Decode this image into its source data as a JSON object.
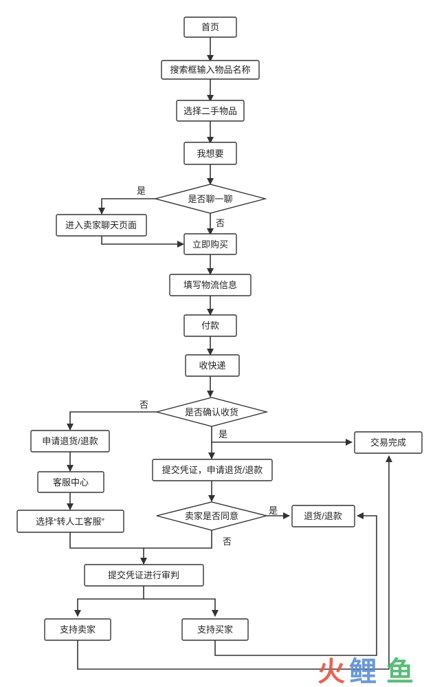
{
  "nodes": {
    "home": "首页",
    "search": "搜索框输入物品名称",
    "select_item": "选择二手物品",
    "want": "我想要",
    "chat_decision": "是否聊一聊",
    "chat_page": "进入卖家聊天页面",
    "buy_now": "立即购买",
    "fill_logistics": "填写物流信息",
    "pay": "付款",
    "receive": "收快递",
    "confirm_decision": "是否确认收货",
    "apply_refund": "申请退货/退款",
    "done": "交易完成",
    "support_center": "客服中心",
    "submit_proof_refund": "提交凭证，申请退货/退款",
    "select_human": "选择“转人工客服”",
    "seller_agree": "卖家是否同意",
    "refund": "退货/退款",
    "submit_review": "提交凭证进行审判",
    "support_seller": "支持卖家",
    "support_buyer": "支持买家"
  },
  "edge_labels": {
    "chat_yes": "是",
    "chat_no": "否",
    "confirm_no": "否",
    "confirm_yes": "是",
    "agree_yes": "是",
    "agree_no": "否"
  },
  "watermark": {
    "text": "火鲤鱼",
    "colors": [
      "#e8533e",
      "#5a8fd6",
      "#49b56a"
    ]
  }
}
